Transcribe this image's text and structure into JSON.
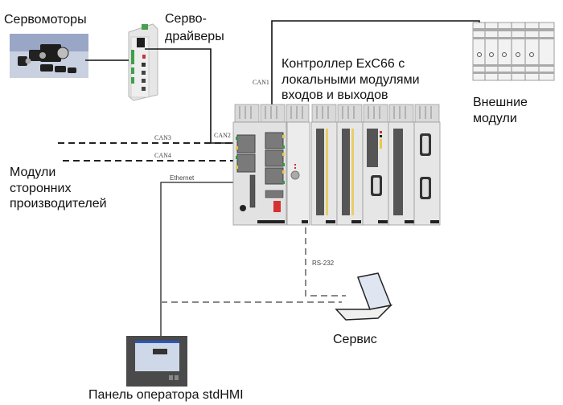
{
  "title": "Контроллер ExC66 — схема подключения",
  "labels": {
    "servomotors": "Сервомоторы",
    "servodrives_line1": "Серво-",
    "servodrives_line2": "драйверы",
    "controller_line1": "Контроллер ExC66 с",
    "controller_line2": "локальными модулями",
    "controller_line3": "входов и выходов",
    "external_line1": "Внешние",
    "external_line2": "модули",
    "thirdparty_line1": "Модули",
    "thirdparty_line2": "сторонних",
    "thirdparty_line3": "производителей",
    "service": "Сервис",
    "operator_panel": "Панель оператора stdHMI"
  },
  "connections": {
    "can1": "CAN1",
    "can2": "CAN2",
    "can3": "CAN3",
    "can4": "CAN4",
    "ethernet": "Ethernet",
    "rs232": "RS-232"
  },
  "colors": {
    "line_solid": "#111111",
    "line_dashed": "#333333",
    "line_service": "#8a8a8a",
    "module_body": "#e4e4e4",
    "led_yellow": "#e8c84a",
    "led_green": "#2e9a4a",
    "led_red": "#d63030",
    "panel_frame": "#4a4a4a",
    "panel_screen": "#cfd8e8"
  }
}
